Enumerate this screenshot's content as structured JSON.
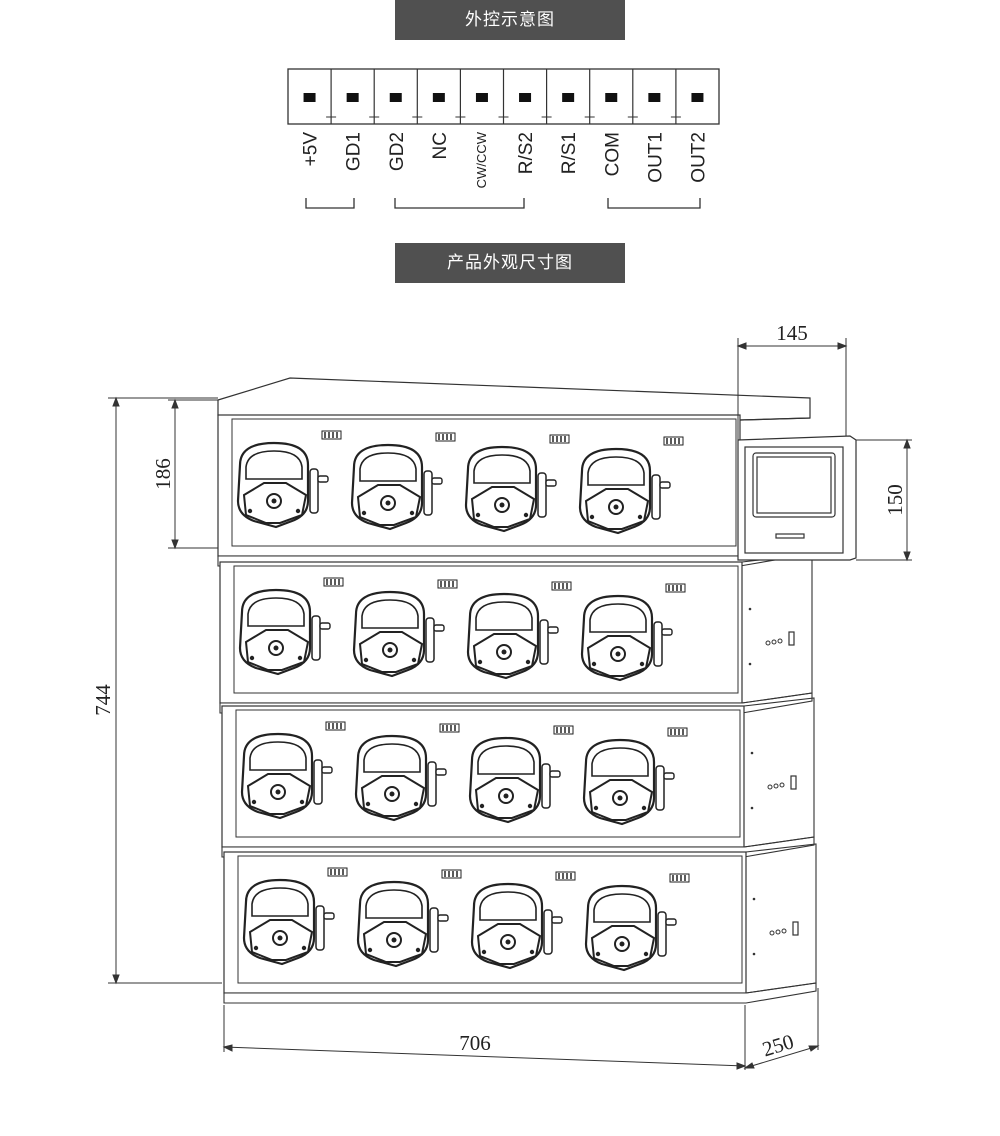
{
  "external_control": {
    "title": "外控示意图",
    "terminals": [
      "+5V",
      "GD1",
      "GD2",
      "NC",
      "CW/CCW",
      "R/S2",
      "R/S1",
      "COM",
      "OUT1",
      "OUT2"
    ]
  },
  "dimensions_section": {
    "title": "产品外观尺寸图",
    "labels": {
      "panel_width": "145",
      "panel_height": "150",
      "tier_height": "186",
      "total_height": "744",
      "total_width": "706",
      "depth": "250"
    }
  },
  "colors": {
    "banner_bg": "#505050",
    "banner_text": "#ffffff",
    "line": "#333333"
  }
}
